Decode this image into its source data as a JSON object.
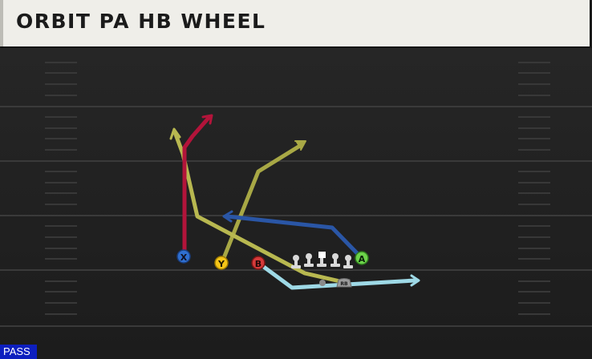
{
  "play": {
    "name": "ORBIT PA HB WHEEL",
    "type_badge": "PASS"
  },
  "players": {
    "x": "X",
    "y": "Y",
    "b": "B",
    "a": "A",
    "rb": "RB"
  },
  "colors": {
    "field": "#1e1e1e",
    "x_route": "#b3143a",
    "y_route": "#b8b850",
    "y_route_2": "#a8a845",
    "a_route": "#2a56a6",
    "b_route": "#9ed9e6",
    "x_icon": "#2f6fd0",
    "y_icon": "#f5c518",
    "b_icon": "#d43a3a",
    "a_icon": "#6cd34a"
  }
}
